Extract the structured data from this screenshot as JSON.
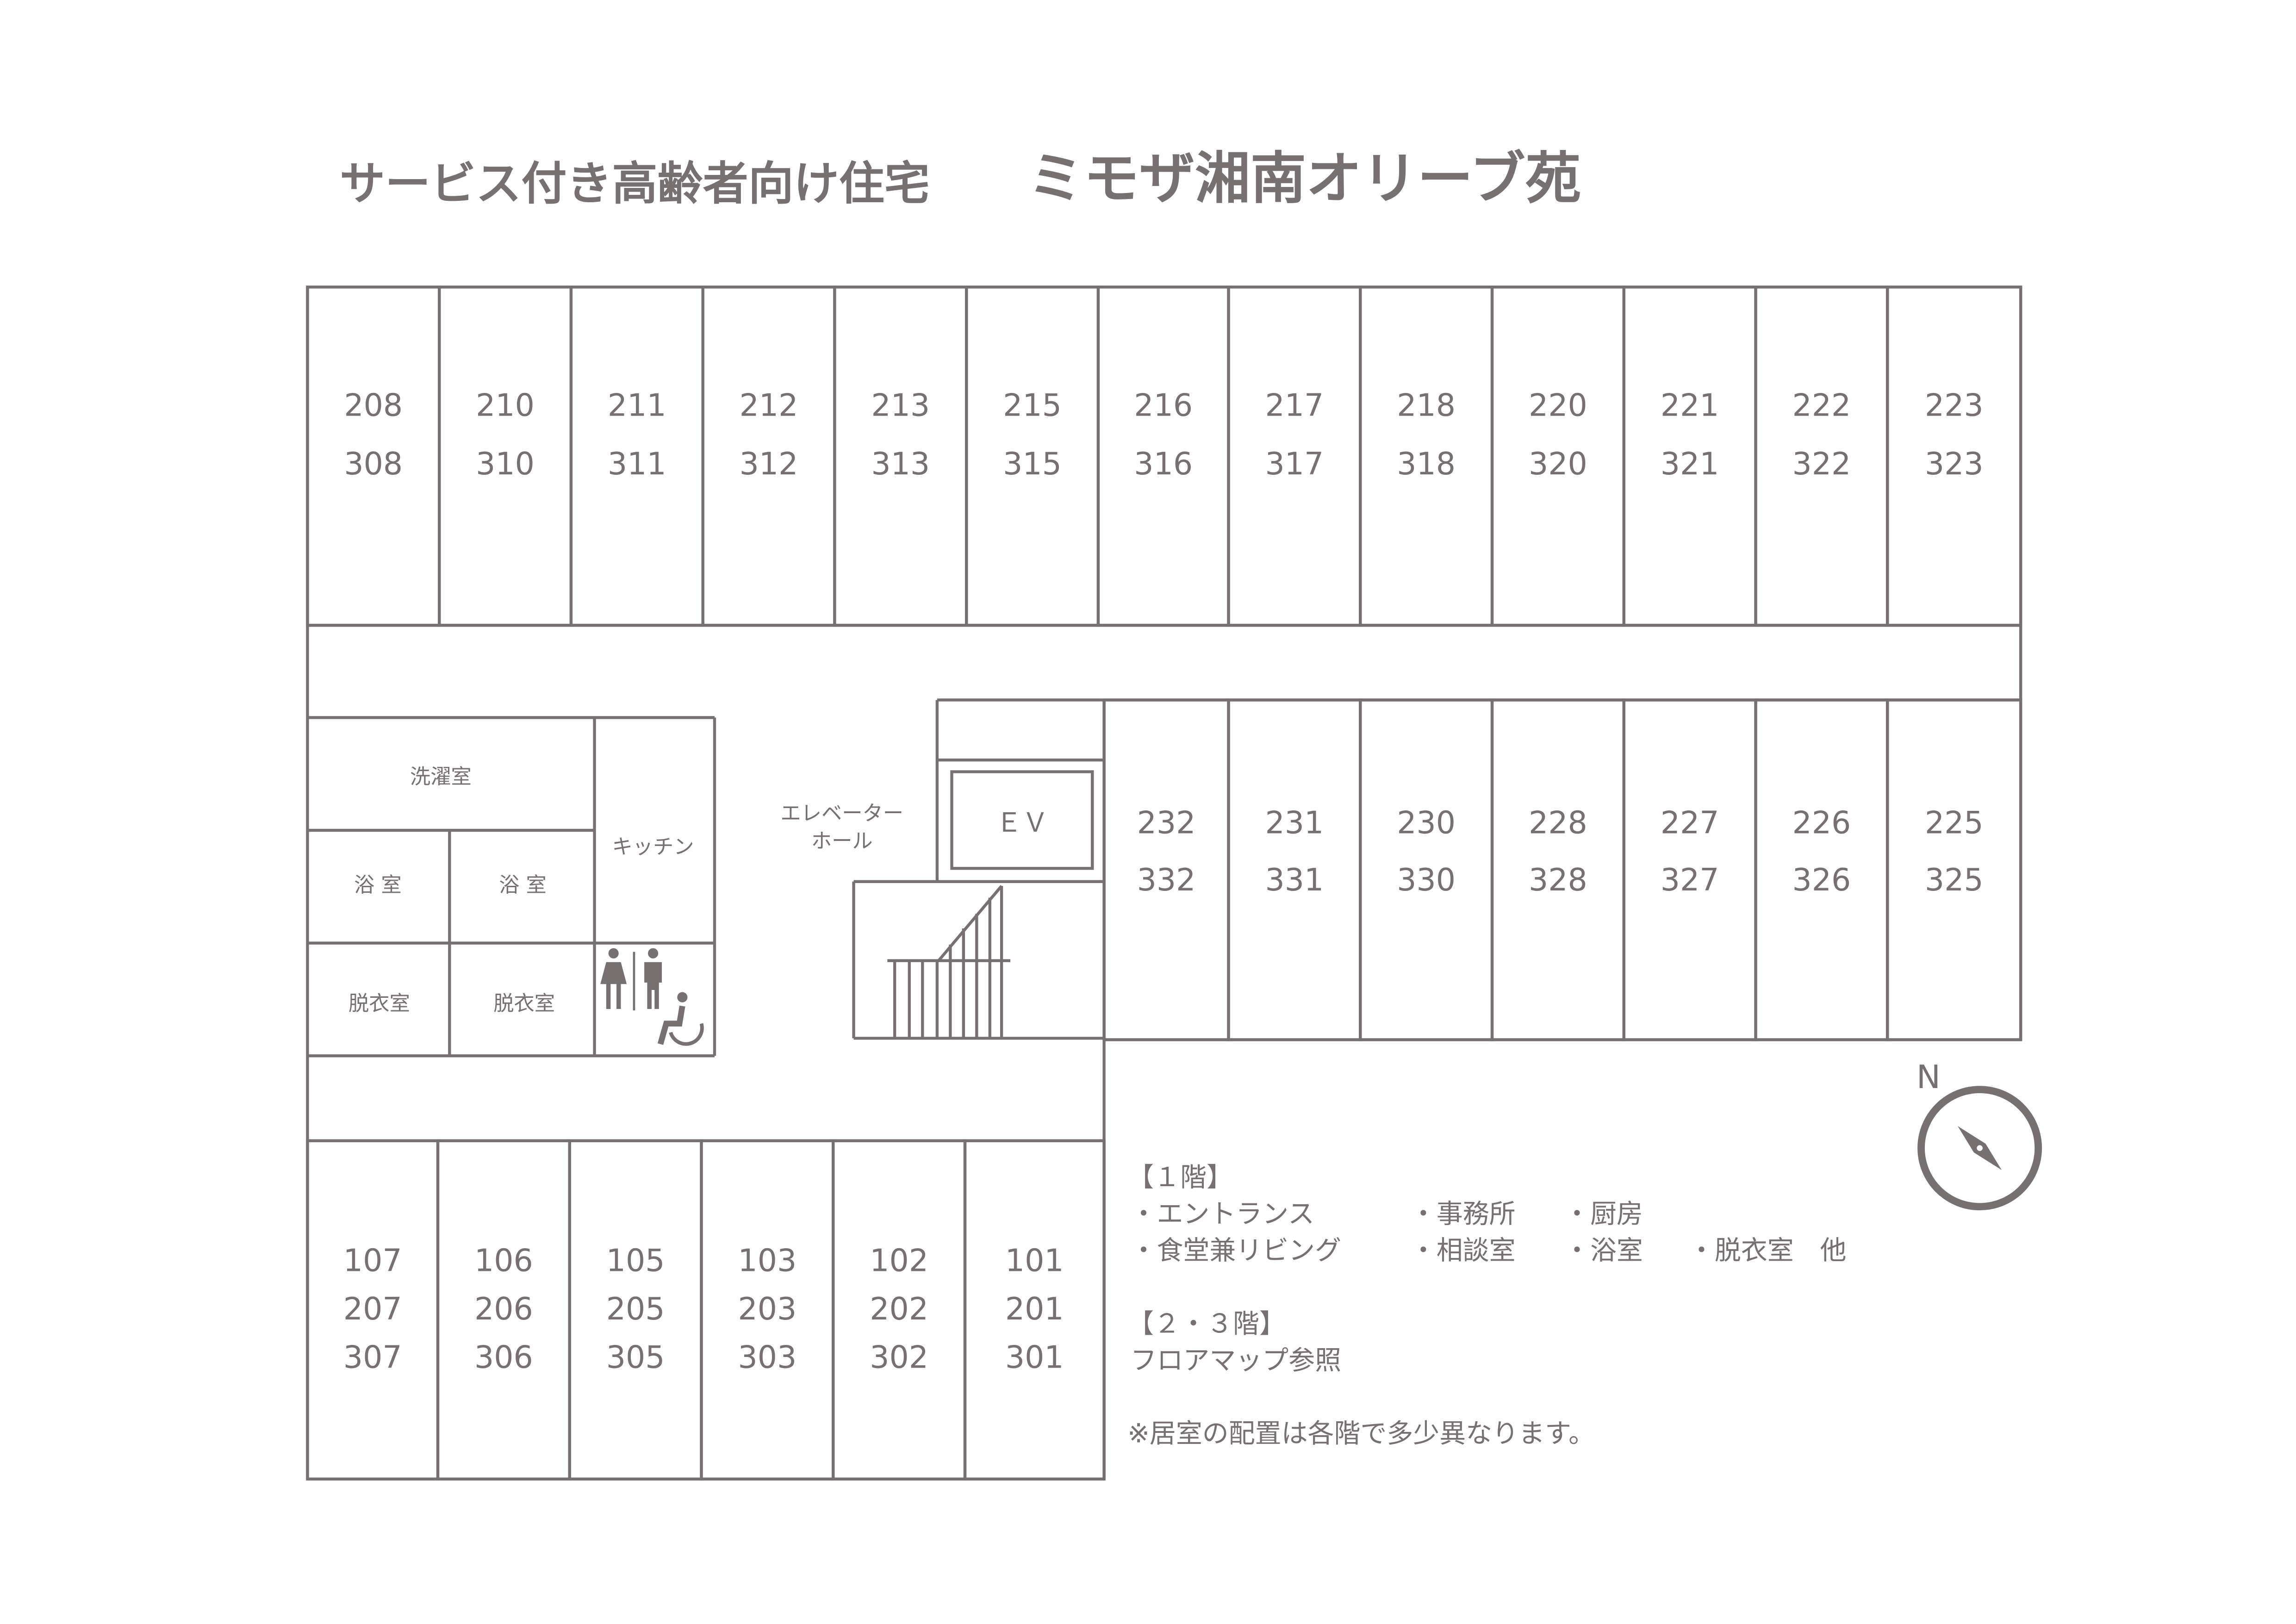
{
  "title": {
    "prefix": "サービス付き高齢者向け住宅",
    "name": "ミモザ湘南オリーブ苑"
  },
  "colors": {
    "line": "#767070",
    "text": "#767070"
  },
  "rooms": {
    "top_row": [
      [
        "208",
        "308"
      ],
      [
        "210",
        "310"
      ],
      [
        "211",
        "311"
      ],
      [
        "212",
        "312"
      ],
      [
        "213",
        "313"
      ],
      [
        "215",
        "315"
      ],
      [
        "216",
        "316"
      ],
      [
        "217",
        "317"
      ],
      [
        "218",
        "318"
      ],
      [
        "220",
        "320"
      ],
      [
        "221",
        "321"
      ],
      [
        "222",
        "322"
      ],
      [
        "223",
        "323"
      ]
    ],
    "right_row": [
      [
        "232",
        "332"
      ],
      [
        "231",
        "331"
      ],
      [
        "230",
        "330"
      ],
      [
        "228",
        "328"
      ],
      [
        "227",
        "327"
      ],
      [
        "226",
        "326"
      ],
      [
        "225",
        "325"
      ]
    ],
    "bottom_row": [
      [
        "107",
        "207",
        "307"
      ],
      [
        "106",
        "206",
        "306"
      ],
      [
        "105",
        "205",
        "305"
      ],
      [
        "103",
        "203",
        "303"
      ],
      [
        "102",
        "202",
        "302"
      ],
      [
        "101",
        "201",
        "301"
      ]
    ]
  },
  "facilities": {
    "laundry": "洗濯室",
    "kitchen": "キッチン",
    "bath1": "浴 室",
    "bath2": "浴 室",
    "dressing1": "脱衣室",
    "dressing2": "脱衣室",
    "elevator_hall_line1": "エレベーター",
    "elevator_hall_line2": "ホール",
    "elevator": "ＥＶ",
    "restroom_icon": "restroom-icon",
    "wheelchair_icon": "wheelchair-icon"
  },
  "compass": {
    "label": "N",
    "icon": "compass-icon"
  },
  "legend": {
    "floor1_heading": "【１階】",
    "floor1_items_row1": [
      "・エントランス",
      "・事務所",
      "・厨房"
    ],
    "floor1_items_row2": [
      "・食堂兼リビング",
      "・相談室",
      "・浴室",
      "・脱衣室　他"
    ],
    "floor23_heading": "【２・３階】",
    "floor23_text": "フロアマップ参照",
    "note": "※居室の配置は各階で多少異なります。"
  }
}
